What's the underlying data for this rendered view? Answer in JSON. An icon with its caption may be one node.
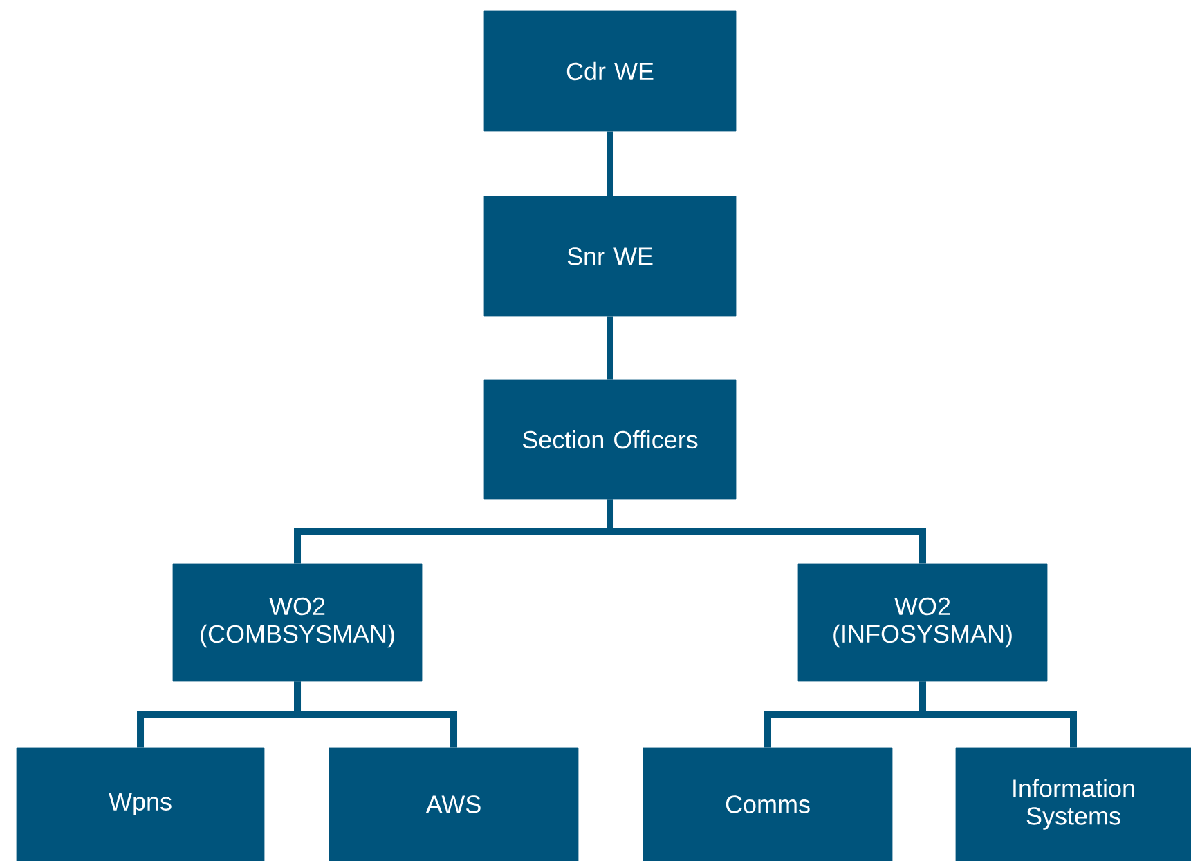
{
  "diagram": {
    "nodes": [
      {
        "text": [
          "Cdr WE"
        ]
      },
      {
        "text": [
          "Snr WE"
        ]
      },
      {
        "text": [
          "Section Officers"
        ]
      },
      {
        "text": [
          "WO2 (COMBSYSMAN)"
        ]
      },
      {
        "text": [
          "WO2 (INFOSYSMAN)"
        ]
      },
      {
        "text": [
          "Wpns"
        ]
      },
      {
        "text": [
          "AWS"
        ]
      },
      {
        "text": [
          "Comms"
        ]
      },
      {
        "text": [
          "Information Systems"
        ]
      }
    ],
    "edges": [
      {
        "from": 0,
        "to": 1,
        "arrow": "none"
      },
      {
        "from": 1,
        "to": 2,
        "arrow": "none"
      },
      {
        "from": 2,
        "to": 3,
        "arrow": "none"
      },
      {
        "from": 2,
        "to": 4,
        "arrow": "none"
      },
      {
        "from": 3,
        "to": 5,
        "arrow": "none"
      },
      {
        "from": 3,
        "to": 6,
        "arrow": "none"
      },
      {
        "from": 4,
        "to": 7,
        "arrow": "none"
      },
      {
        "from": 4,
        "to": 8,
        "arrow": "none"
      }
    ]
  }
}
